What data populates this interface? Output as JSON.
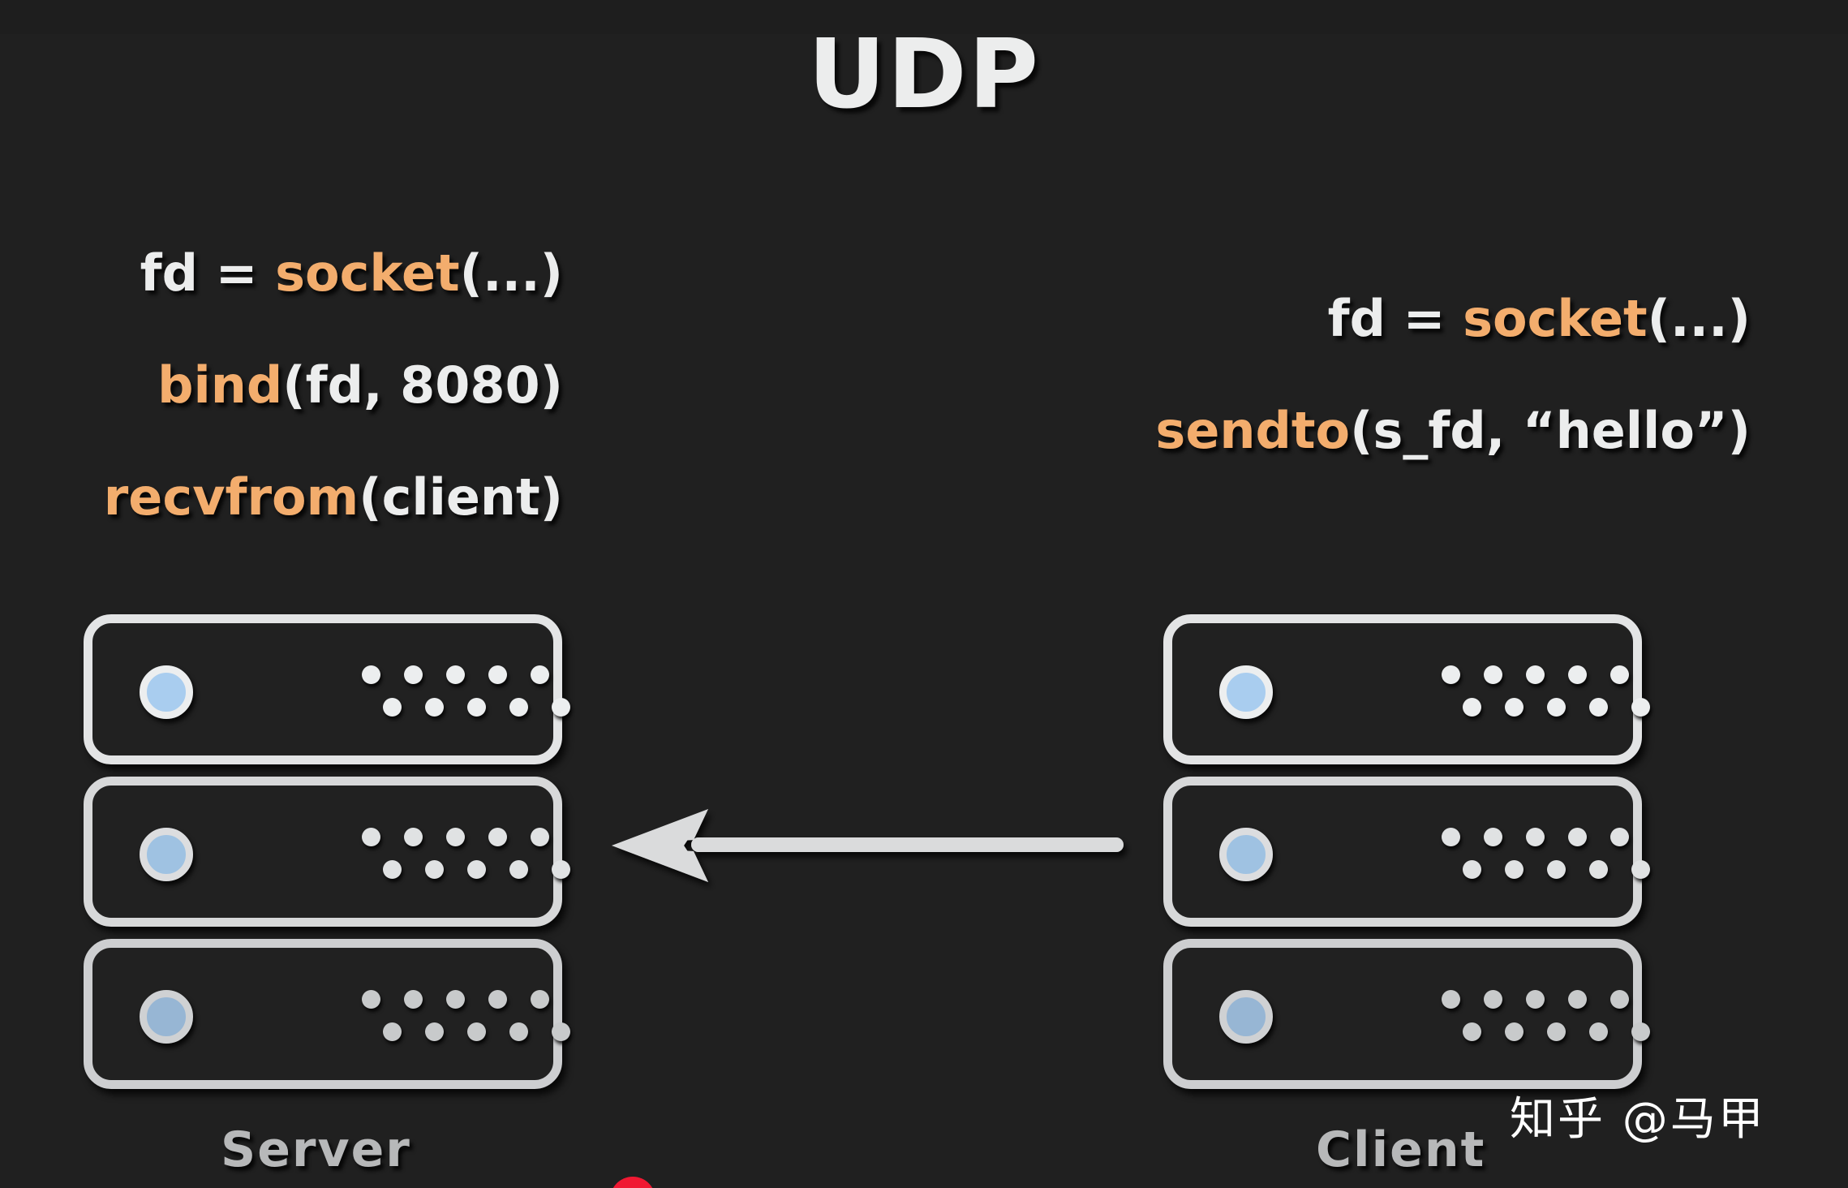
{
  "page": {
    "title": "UDP",
    "background_color": "#202020",
    "accent_orange": "#f3ad6d",
    "text_white": "#eceded",
    "led_blue": "#a9cdef",
    "label_gray": "#b7b8b9"
  },
  "server_code": {
    "lines": [
      {
        "prefix": "fd = ",
        "fn": "socket",
        "args": "(...)"
      },
      {
        "prefix": "",
        "fn": "bind",
        "args": "(fd, 8080)"
      },
      {
        "prefix": "",
        "fn": "recvfrom",
        "args": "(client)"
      }
    ]
  },
  "client_code": {
    "lines": [
      {
        "prefix": "fd = ",
        "fn": "socket",
        "args": "(...)"
      },
      {
        "prefix": "",
        "fn": "sendto",
        "args": "(s_fd, “hello”)"
      }
    ]
  },
  "server_rack": {
    "label": "Server",
    "units": [
      {
        "led": "on",
        "dot_rows": [
          5,
          5
        ]
      },
      {
        "led": "on",
        "dot_rows": [
          5,
          5
        ]
      },
      {
        "led": "on",
        "dot_rows": [
          5,
          5
        ]
      }
    ]
  },
  "client_rack": {
    "label": "Client",
    "units": [
      {
        "led": "on",
        "dot_rows": [
          5,
          5
        ]
      },
      {
        "led": "on",
        "dot_rows": [
          5,
          5
        ]
      },
      {
        "led": "on",
        "dot_rows": [
          5,
          5
        ]
      }
    ]
  },
  "arrow": {
    "direction": "left",
    "meaning": "datagram from client to server",
    "color": "#dadbdc"
  },
  "watermark": {
    "text": "知乎 @马甲"
  }
}
